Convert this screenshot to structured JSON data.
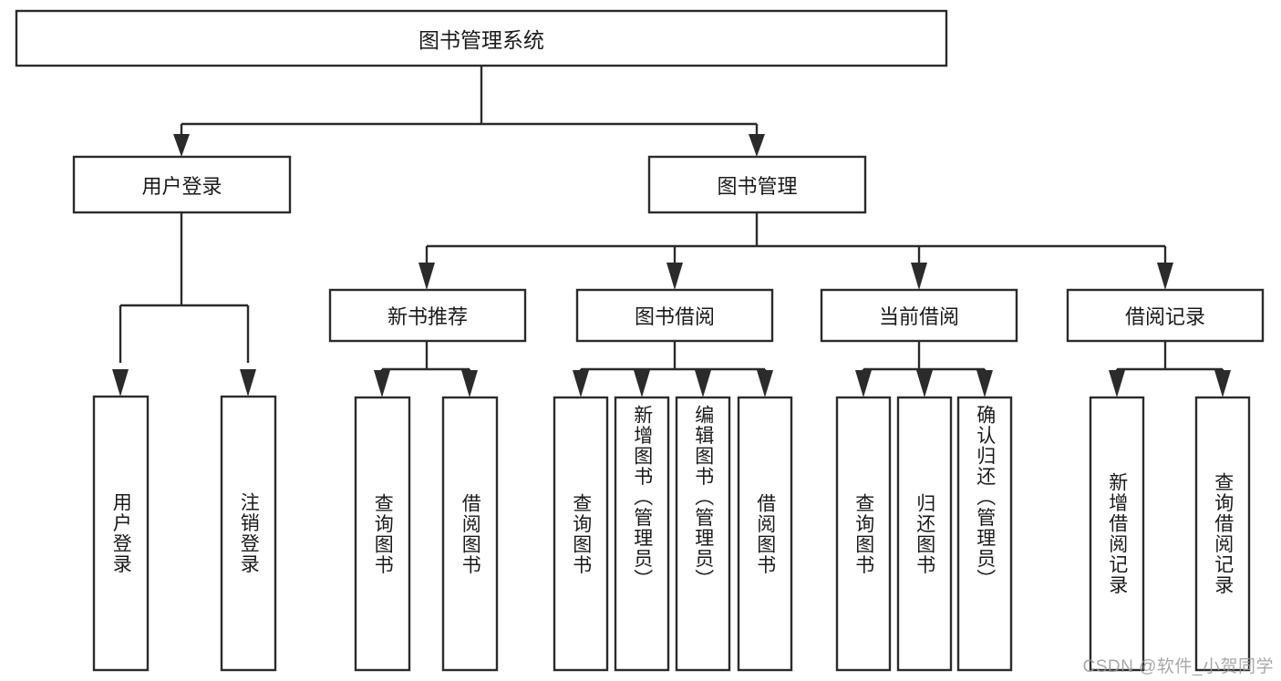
{
  "diagram": {
    "type": "tree-hierarchy-chart",
    "orientation": "top-down",
    "colors": {
      "background": "#ffffff",
      "node_fill": "#ffffff",
      "node_stroke": "#2b2b2b",
      "text": "#1a1a1a",
      "watermark": "#9a9a9a"
    },
    "root": {
      "id": "root",
      "label": "图书管理系统",
      "text_direction": "horizontal"
    },
    "level2": [
      {
        "id": "user-login",
        "label": "用户登录",
        "text_direction": "horizontal"
      },
      {
        "id": "book-management",
        "label": "图书管理",
        "text_direction": "horizontal"
      }
    ],
    "level3": [
      {
        "id": "new-book-recommend",
        "label": "新书推荐",
        "text_direction": "horizontal",
        "parent": "book-management"
      },
      {
        "id": "book-borrow",
        "label": "图书借阅",
        "text_direction": "horizontal",
        "parent": "book-management"
      },
      {
        "id": "current-borrow",
        "label": "当前借阅",
        "text_direction": "horizontal",
        "parent": "book-management"
      },
      {
        "id": "borrow-record",
        "label": "借阅记录",
        "text_direction": "horizontal",
        "parent": "book-management"
      }
    ],
    "leaves": [
      {
        "id": "leaf-user-login",
        "label": "用户登录",
        "text_direction": "vertical",
        "parent": "user-login"
      },
      {
        "id": "leaf-logout",
        "label": "注销登录",
        "text_direction": "vertical",
        "parent": "user-login"
      },
      {
        "id": "leaf-query-book-1",
        "label": "查询图书",
        "text_direction": "vertical",
        "parent": "new-book-recommend"
      },
      {
        "id": "leaf-borrow-book-1",
        "label": "借阅图书",
        "text_direction": "vertical",
        "parent": "new-book-recommend"
      },
      {
        "id": "leaf-query-book-2",
        "label": "查询图书",
        "text_direction": "vertical",
        "parent": "book-borrow"
      },
      {
        "id": "leaf-add-book",
        "label": "新增图书（管理员）",
        "text_direction": "vertical",
        "parent": "book-borrow"
      },
      {
        "id": "leaf-edit-book",
        "label": "编辑图书（管理员）",
        "text_direction": "vertical",
        "parent": "book-borrow"
      },
      {
        "id": "leaf-borrow-book-2",
        "label": "借阅图书",
        "text_direction": "vertical",
        "parent": "book-borrow"
      },
      {
        "id": "leaf-query-book-3",
        "label": "查询图书",
        "text_direction": "vertical",
        "parent": "current-borrow"
      },
      {
        "id": "leaf-return-book",
        "label": "归还图书",
        "text_direction": "vertical",
        "parent": "current-borrow"
      },
      {
        "id": "leaf-confirm-return",
        "label": "确认归还（管理员）",
        "text_direction": "vertical",
        "parent": "current-borrow"
      },
      {
        "id": "leaf-add-record",
        "label": "新增借阅记录",
        "text_direction": "vertical",
        "parent": "borrow-record"
      },
      {
        "id": "leaf-query-record",
        "label": "查询借阅记录",
        "text_direction": "vertical",
        "parent": "borrow-record"
      }
    ]
  },
  "watermark": {
    "text": "CSDN @软件_小贺同学"
  }
}
